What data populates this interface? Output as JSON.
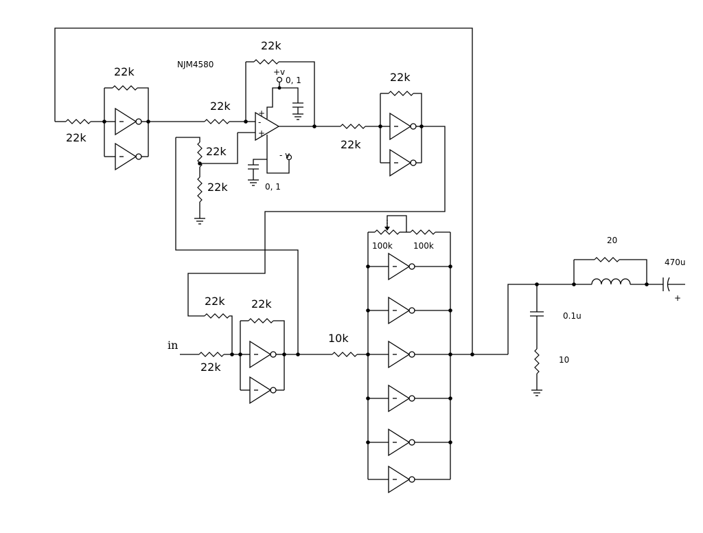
{
  "labels": {
    "ic": "NJM4580",
    "r_feedback_top": "22k",
    "r_in_top_left": "22k",
    "r_top_mid": "22k",
    "r_mid_in": "22k",
    "r_div_top": "22k",
    "r_div_bot": "22k",
    "r_right_top": "22k",
    "r_right_in": "22k",
    "r_bl_top": "22k",
    "r_bl_fb": "22k",
    "r_bl_in": "22k",
    "r_10k": "10k",
    "pot": "100k",
    "r_100k": "100k",
    "vplus": "+v",
    "cap_top": "0, 1",
    "vminus": "- v",
    "cap_bot": "0, 1",
    "input": "in",
    "r_snub": "20",
    "cap_out": "470u",
    "cap_out_plus": "+",
    "cap_zobel": "0.1u",
    "r_zobel": "10"
  },
  "op_amp_signs": {
    "plus": "+",
    "minus": "-"
  }
}
